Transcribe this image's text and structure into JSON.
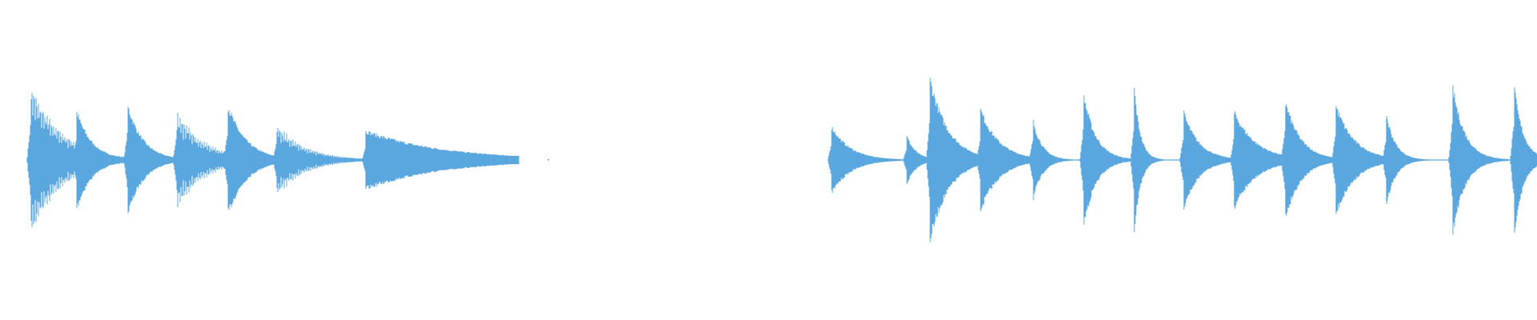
{
  "waveform": {
    "color": "#5aa7e0",
    "background": "#ffffff",
    "segments": [
      {
        "name": "left-phrase",
        "bursts": [
          {
            "t": 0.02,
            "amp": 0.62,
            "decay": 0.02,
            "osc": true
          },
          {
            "t": 0.05,
            "amp": 0.4,
            "decay": 0.01,
            "osc": false
          },
          {
            "t": 0.083,
            "amp": 0.46,
            "decay": 0.01,
            "osc": false
          },
          {
            "t": 0.115,
            "amp": 0.4,
            "decay": 0.018,
            "osc": true
          },
          {
            "t": 0.148,
            "amp": 0.46,
            "decay": 0.012,
            "osc": false
          },
          {
            "t": 0.18,
            "amp": 0.3,
            "decay": 0.018,
            "osc": true
          },
          {
            "t": 0.238,
            "amp": 0.24,
            "decay": 0.05,
            "osc": false
          }
        ]
      },
      {
        "name": "right-phrase",
        "bursts": [
          {
            "t": 0.541,
            "amp": 0.28,
            "decay": 0.012,
            "osc": false
          },
          {
            "t": 0.59,
            "amp": 0.2,
            "decay": 0.006,
            "osc": false
          },
          {
            "t": 0.605,
            "amp": 0.68,
            "decay": 0.012,
            "osc": false
          },
          {
            "t": 0.638,
            "amp": 0.42,
            "decay": 0.012,
            "osc": false
          },
          {
            "t": 0.672,
            "amp": 0.34,
            "decay": 0.006,
            "osc": false
          },
          {
            "t": 0.705,
            "amp": 0.55,
            "decay": 0.008,
            "osc": false
          },
          {
            "t": 0.738,
            "amp": 0.6,
            "decay": 0.004,
            "osc": false
          },
          {
            "t": 0.77,
            "amp": 0.4,
            "decay": 0.01,
            "osc": false
          },
          {
            "t": 0.803,
            "amp": 0.4,
            "decay": 0.014,
            "osc": false
          },
          {
            "t": 0.836,
            "amp": 0.5,
            "decay": 0.01,
            "osc": false
          },
          {
            "t": 0.869,
            "amp": 0.46,
            "decay": 0.012,
            "osc": false
          },
          {
            "t": 0.902,
            "amp": 0.38,
            "decay": 0.006,
            "osc": false
          },
          {
            "t": 0.945,
            "amp": 0.62,
            "decay": 0.008,
            "osc": false
          },
          {
            "t": 0.985,
            "amp": 0.62,
            "decay": 0.006,
            "osc": false
          }
        ]
      }
    ]
  }
}
